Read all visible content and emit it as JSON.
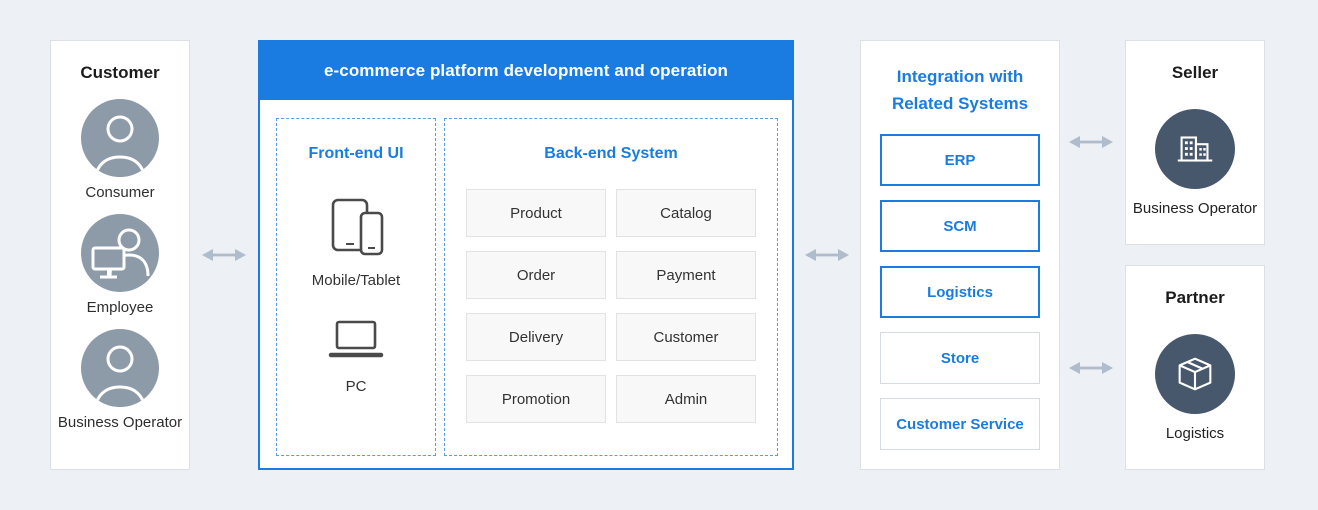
{
  "colors": {
    "accent_blue": "#1a7ce0",
    "avatar_gray": "#8d9aa8",
    "dark_circle_navy": "#47586d",
    "arrow_gray": "#aebccb",
    "background": "#edf0f4",
    "backend_box_bg": "#f8f8f8"
  },
  "customer_panel": {
    "title": "Customer",
    "items": [
      {
        "label": "Consumer",
        "icon": "person-icon"
      },
      {
        "label": "Employee",
        "icon": "person-monitor-icon"
      },
      {
        "label": "Business Operator",
        "icon": "person-icon"
      }
    ]
  },
  "platform_panel": {
    "header": "e-commerce platform development and operation",
    "frontend": {
      "title": "Front-end UI",
      "items": [
        {
          "label": "Mobile/Tablet",
          "icon": "mobile-tablet-icon"
        },
        {
          "label": "PC",
          "icon": "laptop-icon"
        }
      ]
    },
    "backend": {
      "title": "Back-end System",
      "boxes": [
        "Product",
        "Catalog",
        "Order",
        "Payment",
        "Delivery",
        "Customer",
        "Promotion",
        "Admin"
      ]
    }
  },
  "integration_panel": {
    "title_lines": [
      "Integration with",
      "Related Systems"
    ],
    "boxes": [
      {
        "label": "ERP",
        "emphasis": "strong"
      },
      {
        "label": "SCM",
        "emphasis": "strong"
      },
      {
        "label": "Logistics",
        "emphasis": "strong"
      },
      {
        "label": "Store",
        "emphasis": "light"
      },
      {
        "label": "Customer Service",
        "emphasis": "light"
      }
    ]
  },
  "seller_panel": {
    "title": "Seller",
    "label": "Business Operator",
    "icon": "building-icon"
  },
  "partner_panel": {
    "title": "Partner",
    "label": "Logistics",
    "icon": "package-icon"
  }
}
